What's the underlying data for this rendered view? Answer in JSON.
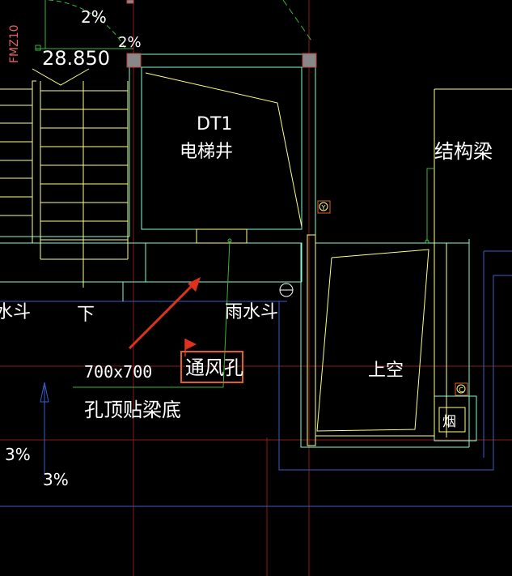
{
  "drawing": {
    "elevation_label": "28.850",
    "slope_top_1": "2%",
    "slope_top_2": "2%",
    "slope_left": "3%",
    "slope_bottom": "3%",
    "door_label": "FMZ10",
    "elevator_code": "DT1",
    "elevator_name": "电梯井",
    "structural_beam": "结构梁",
    "stair_down": "下",
    "water_scupper_left": "水斗",
    "water_scupper_right": "雨水斗",
    "vent_size": "700x700",
    "vent_label": "通风孔",
    "vent_note": "孔顶贴梁底",
    "void_label": "上空",
    "chimney_label": "烟",
    "axis_marker_y": "Y",
    "axis_marker_c": "C"
  },
  "colors": {
    "background": "#000000",
    "cyan": "#7fffd4",
    "yellow": "#ffff80",
    "green": "#3cb43c",
    "red_axis": "#8b1a1a",
    "blue": "#3a5fcd",
    "white": "#ffffff",
    "orange": "#e06020",
    "arrow_red": "#e0301e"
  }
}
